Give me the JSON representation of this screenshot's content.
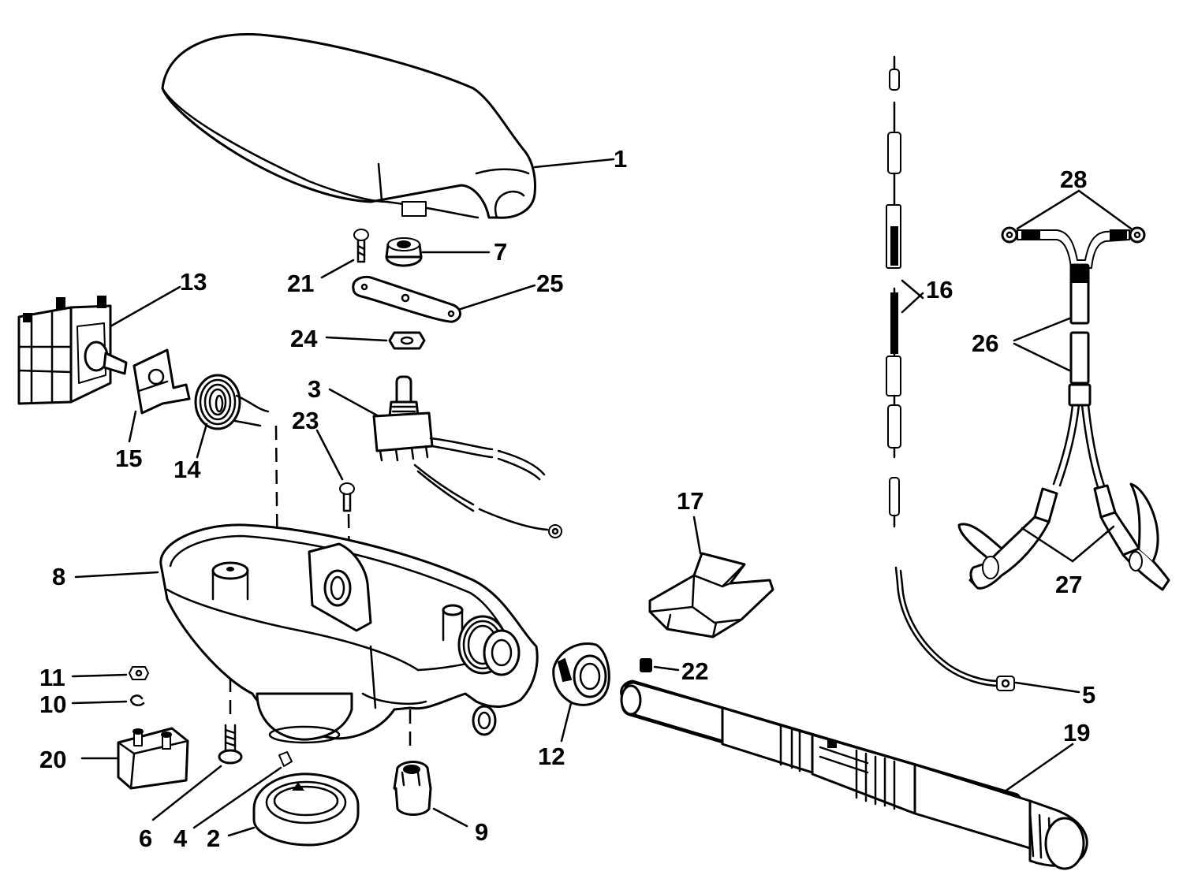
{
  "callouts": [
    "1",
    "2",
    "3",
    "4",
    "5",
    "6",
    "7",
    "8",
    "9",
    "10",
    "11",
    "12",
    "13",
    "14",
    "15",
    "16",
    "17",
    "19",
    "20",
    "21",
    "22",
    "23",
    "24",
    "25",
    "26",
    "27",
    "28"
  ],
  "parts": {
    "1": "motor-cover",
    "2": "bearing-ring",
    "3": "toggle-switch",
    "4": "set-screw",
    "5": "ground-wire",
    "6": "long-screw",
    "7": "flange-nut",
    "8": "lower-housing",
    "9": "strain-relief",
    "10": "retaining-ring",
    "11": "hex-nut",
    "12": "collar",
    "13": "speed-switch",
    "14": "torsion-spring",
    "15": "switch-bracket",
    "16": "wire-harness",
    "17": "bracket-clip",
    "19": "shaft-tube",
    "20": "circuit-breaker",
    "21": "screw",
    "22": "set-screw-small",
    "23": "screw-small",
    "24": "nut",
    "25": "mounting-plate",
    "26": "battery-cable",
    "27": "battery-clips",
    "28": "ring-terminals"
  },
  "colors": {
    "line": "#000000",
    "background": "#ffffff"
  }
}
